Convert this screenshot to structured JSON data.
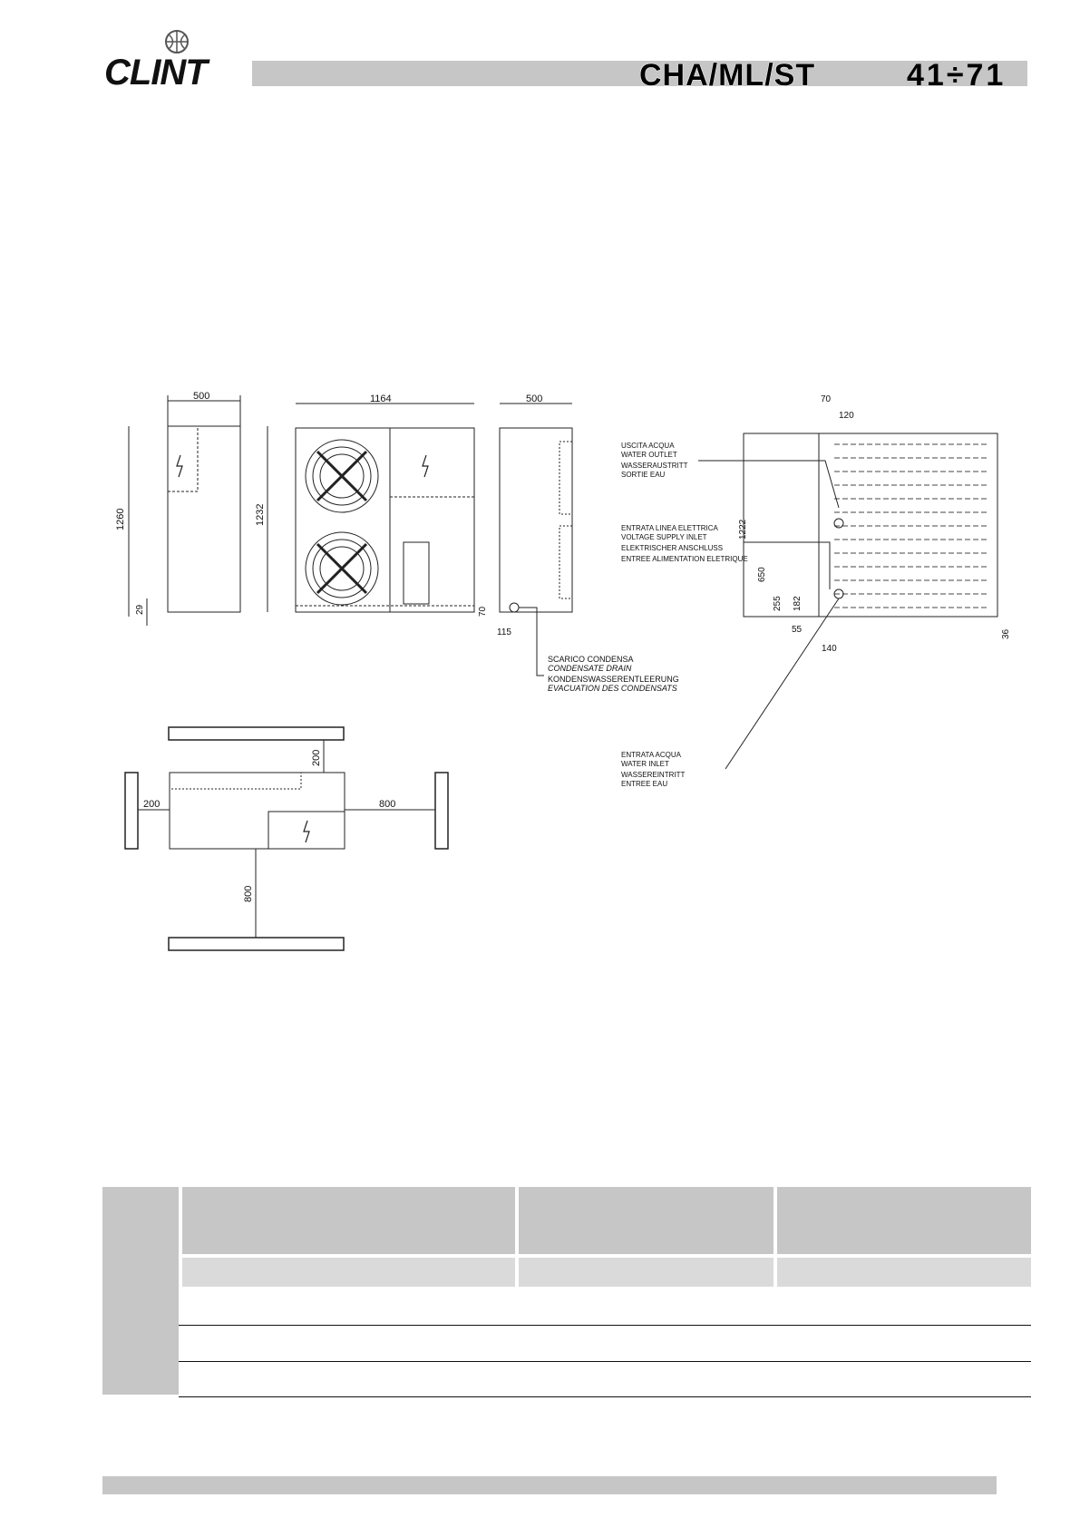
{
  "header": {
    "brand": "CLINT",
    "series": "CHA/ML/ST",
    "model_range": "41÷71"
  },
  "dimensions": {
    "side_width": "500",
    "front_width": "1164",
    "rear_width": "500",
    "total_height": "1260",
    "body_height": "1232",
    "foot_height": "29",
    "drain_height": "70",
    "drain_offset": "115",
    "top_offset_70": "70",
    "top_offset_120": "120",
    "height_1222": "1222",
    "height_650": "650",
    "height_255": "255",
    "height_182": "182",
    "offset_55": "55",
    "offset_140": "140",
    "foot_36": "36"
  },
  "labels": {
    "water_outlet": [
      "USCITA ACQUA",
      "WATER OUTLET",
      "WASSERAUSTRITT",
      "SORTIE EAU"
    ],
    "voltage_inlet": [
      "ENTRATA LINEA ELETTRICA",
      "VOLTAGE SUPPLY INLET",
      "ELEKTRISCHER ANSCHLUSS",
      "ENTREE ALIMENTATION ELETRIQUE"
    ],
    "condensate": [
      "SCARICO CONDENSA",
      "CONDENSATE DRAIN",
      "KONDENSWASSERENTLEERUNG",
      "EVACUATION DES CONDENSATS"
    ],
    "water_inlet": [
      "ENTRATA ACQUA",
      "WATER INLET",
      "WASSEREINTRITT",
      "ENTREE EAU"
    ]
  },
  "clearances": {
    "top": "200",
    "left": "200",
    "right": "800",
    "bottom": "800"
  },
  "colors": {
    "bar_gray": "#c6c6c6",
    "light_gray": "#dadada"
  }
}
